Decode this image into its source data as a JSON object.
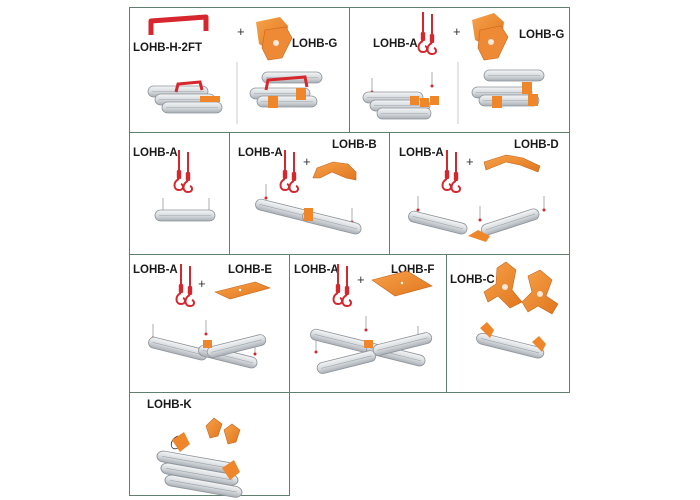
{
  "colors": {
    "accent": "#f0862a",
    "accent_dark": "#c9651a",
    "hook": "#d6262e",
    "fixture_body": "#e6e8ea",
    "fixture_shade": "#b9bec3",
    "frame": "#5f7f6f"
  },
  "panels": [
    {
      "id": "p1",
      "labels": [
        "LOHB-H-2FT",
        "LOHB-G"
      ],
      "plus": "+"
    },
    {
      "id": "p2",
      "labels": [
        "LOHB-A",
        "LOHB-G"
      ],
      "plus": "+"
    },
    {
      "id": "p3",
      "labels": [
        "LOHB-A"
      ]
    },
    {
      "id": "p4",
      "labels": [
        "LOHB-A",
        "LOHB-B"
      ],
      "plus": "+"
    },
    {
      "id": "p5",
      "labels": [
        "LOHB-A",
        "LOHB-D"
      ],
      "plus": "+"
    },
    {
      "id": "p6",
      "labels": [
        "LOHB-A",
        "LOHB-E"
      ],
      "plus": "+"
    },
    {
      "id": "p7",
      "labels": [
        "LOHB-A",
        "LOHB-F"
      ],
      "plus": "+"
    },
    {
      "id": "p8",
      "labels": [
        "LOHB-C"
      ]
    },
    {
      "id": "p9",
      "labels": [
        "LOHB-K"
      ]
    }
  ]
}
